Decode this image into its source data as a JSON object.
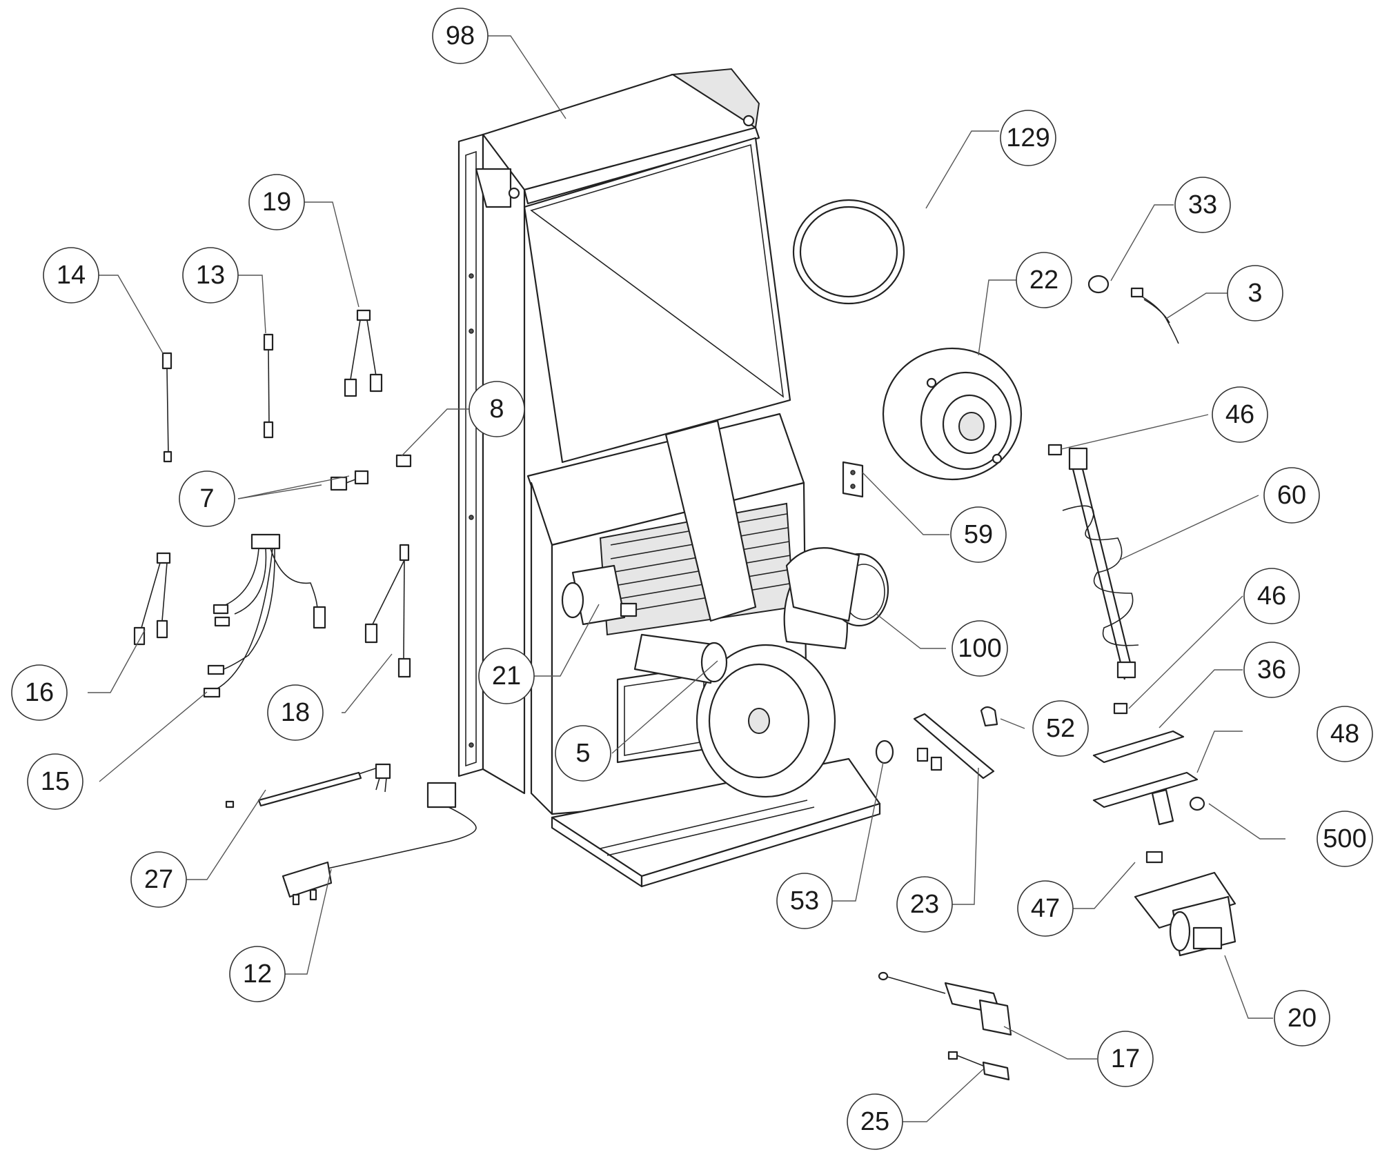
{
  "callouts": [
    {
      "id": "98"
    },
    {
      "id": "129"
    },
    {
      "id": "19"
    },
    {
      "id": "14"
    },
    {
      "id": "13"
    },
    {
      "id": "33"
    },
    {
      "id": "3"
    },
    {
      "id": "22"
    },
    {
      "id": "8"
    },
    {
      "id": "7"
    },
    {
      "id": "46"
    },
    {
      "id": "59"
    },
    {
      "id": "60"
    },
    {
      "id": "16"
    },
    {
      "id": "18"
    },
    {
      "id": "21"
    },
    {
      "id": "100"
    },
    {
      "id": "46"
    },
    {
      "id": "36"
    },
    {
      "id": "5"
    },
    {
      "id": "52"
    },
    {
      "id": "15"
    },
    {
      "id": "48"
    },
    {
      "id": "500"
    },
    {
      "id": "27"
    },
    {
      "id": "53"
    },
    {
      "id": "23"
    },
    {
      "id": "47"
    },
    {
      "id": "12"
    },
    {
      "id": "20"
    },
    {
      "id": "17"
    },
    {
      "id": "25"
    }
  ]
}
